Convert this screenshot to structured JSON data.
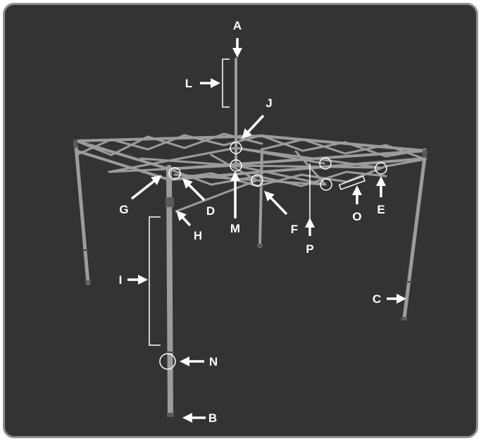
{
  "diagram": {
    "title": "",
    "labels": {
      "A": "A",
      "B": "B",
      "C": "C",
      "D": "D",
      "E": "E",
      "F": "F",
      "G": "G",
      "H": "H",
      "I": "I",
      "J": "J",
      "L": "L",
      "M": "M",
      "N": "N",
      "O": "O",
      "P": "P"
    }
  },
  "colors": {
    "background": "#333333",
    "frame_border": "#8f8f8f",
    "tent_frame": "#9a9a9a",
    "annotation": "#ffffff"
  }
}
